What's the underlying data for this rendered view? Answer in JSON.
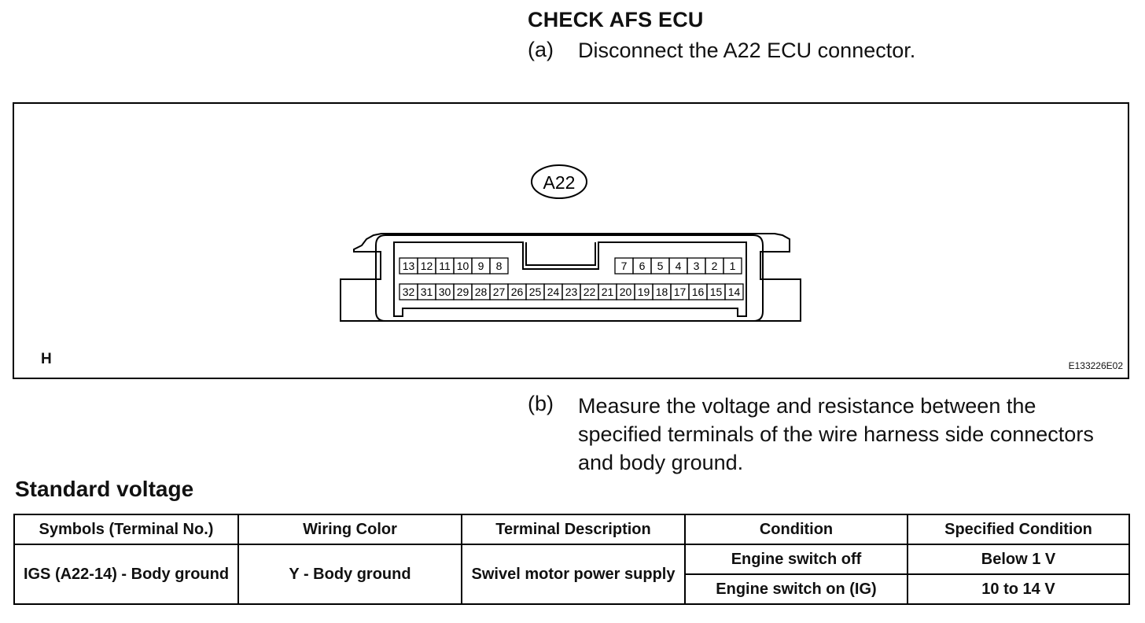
{
  "heading": "CHECK AFS ECU",
  "steps": [
    {
      "label": "(a)",
      "text": "Disconnect the A22 ECU connector."
    },
    {
      "label": "(b)",
      "text": "Measure the voltage and resistance between the specified terminals of the wire harness side connectors and body ground."
    }
  ],
  "figure": {
    "connector_label": "A22",
    "corner_letter": "H",
    "image_code": "E133226E02",
    "top_row_left_pins": [
      "13",
      "12",
      "11",
      "10",
      "9",
      "8"
    ],
    "top_row_right_pins": [
      "7",
      "6",
      "5",
      "4",
      "3",
      "2",
      "1"
    ],
    "bottom_row_pins": [
      "32",
      "31",
      "30",
      "29",
      "28",
      "27",
      "26",
      "25",
      "24",
      "23",
      "22",
      "21",
      "20",
      "19",
      "18",
      "17",
      "16",
      "15",
      "14"
    ]
  },
  "section_title": "Standard voltage",
  "table": {
    "headers": [
      "Symbols (Terminal No.)",
      "Wiring Color",
      "Terminal Description",
      "Condition",
      "Specified Condition"
    ],
    "row": {
      "symbol": "IGS (A22-14) - Body ground",
      "wiring": "Y - Body ground",
      "description": "Swivel motor power supply",
      "conditions": [
        {
          "condition": "Engine switch off",
          "specified": "Below 1 V"
        },
        {
          "condition": "Engine switch on (IG)",
          "specified": "10 to 14 V"
        }
      ]
    }
  }
}
